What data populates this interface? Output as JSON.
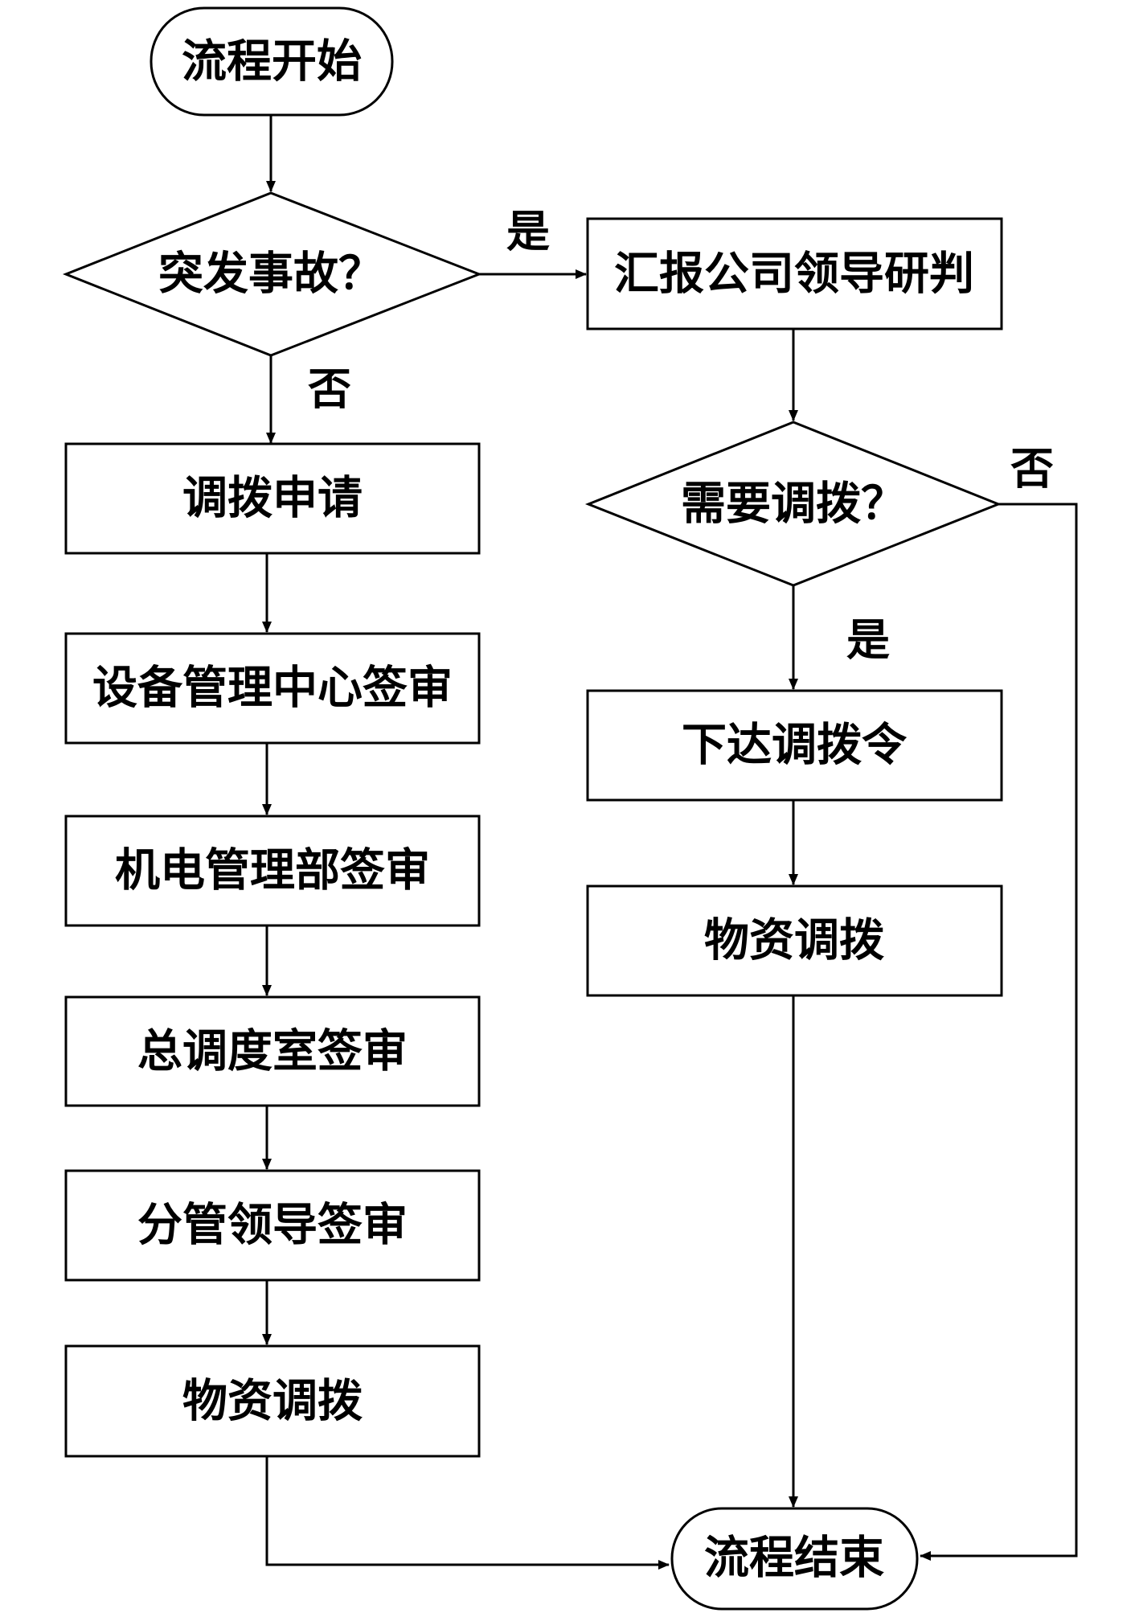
{
  "diagram": {
    "nodes": {
      "start": "流程开始",
      "accident_decision": "突发事故？",
      "report_leaders": "汇报公司领导研判",
      "allocation_request": "调拨申请",
      "need_allocation_decision": "需要调拨？",
      "equipment_center_review": "设备管理中心签审",
      "issue_allocation_order": "下达调拨令",
      "mech_elec_dept_review": "机电管理部签审",
      "material_allocation_right": "物资调拨",
      "dispatch_office_review": "总调度室签审",
      "leader_review": "分管领导签审",
      "material_allocation_left": "物资调拨",
      "end": "流程结束"
    },
    "edge_labels": {
      "accident_yes": "是",
      "accident_no": "否",
      "need_no": "否",
      "need_yes": "是"
    }
  }
}
